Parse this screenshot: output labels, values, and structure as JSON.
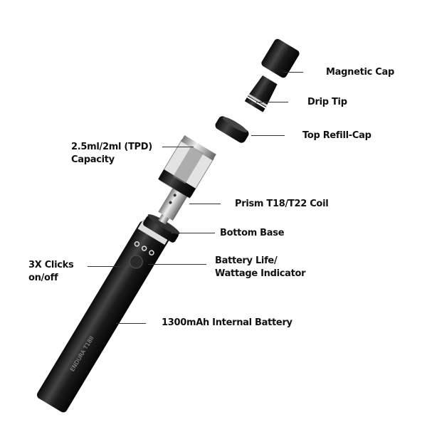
{
  "labels": {
    "magnetic_cap": "Magnetic Cap",
    "drip_tip": "Drip Tip",
    "top_refill_cap": "Top Refill-Cap",
    "capacity_line1": "2.5ml/2ml (TPD)",
    "capacity_line2": "Capacity",
    "coil": "Prism T18/T22 Coil",
    "bottom_base": "Bottom Base",
    "clicks_line1": "3X Clicks",
    "clicks_line2": "on/off",
    "indicator_line1": "Battery Life/",
    "indicator_line2": "Wattage Indicator",
    "battery": "1300mAh Internal Battery"
  },
  "device_print": "ENDURA T18II",
  "colors": {
    "body": "#1c1c1c",
    "metal": "#b8b8b8",
    "text": "#111111"
  }
}
